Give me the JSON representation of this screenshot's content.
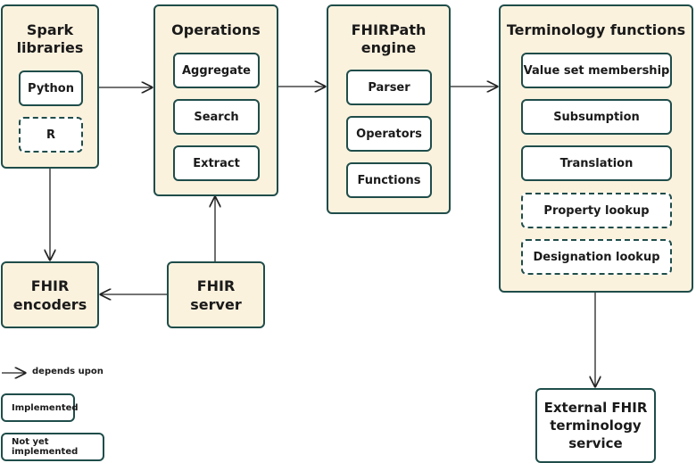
{
  "spark_libraries": {
    "title": "Spark\nlibraries",
    "items": [
      "Python",
      "R"
    ]
  },
  "operations": {
    "title": "Operations",
    "items": [
      "Aggregate",
      "Search",
      "Extract"
    ]
  },
  "fhirpath_engine": {
    "title": "FHIRPath\nengine",
    "items": [
      "Parser",
      "Operators",
      "Functions"
    ]
  },
  "terminology_functions": {
    "title": "Terminology functions",
    "items": [
      "Value set membership",
      "Subsumption",
      "Translation",
      "Property lookup",
      "Designation lookup"
    ]
  },
  "fhir_encoders": {
    "title": "FHIR\nencoders"
  },
  "fhir_server": {
    "title": "FHIR\nserver"
  },
  "external_service": {
    "title": "External FHIR\nterminology\nservice"
  },
  "legend": {
    "depends_upon": "depends upon",
    "implemented": "Implemented",
    "not_yet_implemented": "Not yet implemented"
  },
  "colors": {
    "container_fill": "#fbf2de",
    "border": "#1f4d4a",
    "arrow": "#222222"
  }
}
